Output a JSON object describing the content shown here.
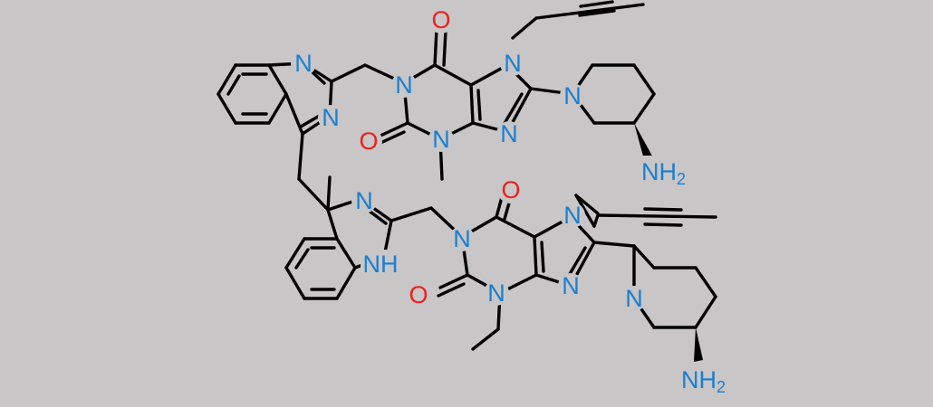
{
  "colors": {
    "background": "#c8c6c7",
    "bond": "#000000",
    "nitrogen": "#1a7fd0",
    "oxygen": "#f01f1f"
  },
  "atoms": {
    "upper": {
      "quinazoline_n1": "N",
      "quinazoline_n3": "N",
      "purine_n1": "N",
      "purine_n3": "N",
      "purine_n7": "N",
      "purine_n9": "N",
      "piperidine_n": "N",
      "carbonyl_o6": "O",
      "carbonyl_o2": "O",
      "amine": "NH",
      "amine_sub": "2"
    },
    "lower": {
      "dihydroquinazoline_n3": "N",
      "dihydroquinazoline_nh": "NH",
      "purine_n1": "N",
      "purine_n3": "N",
      "purine_n7": "N",
      "purine_n9": "N",
      "piperidine_n": "N",
      "carbonyl_o6": "O",
      "carbonyl_o2": "O",
      "amine": "NH",
      "amine_sub": "2"
    }
  }
}
